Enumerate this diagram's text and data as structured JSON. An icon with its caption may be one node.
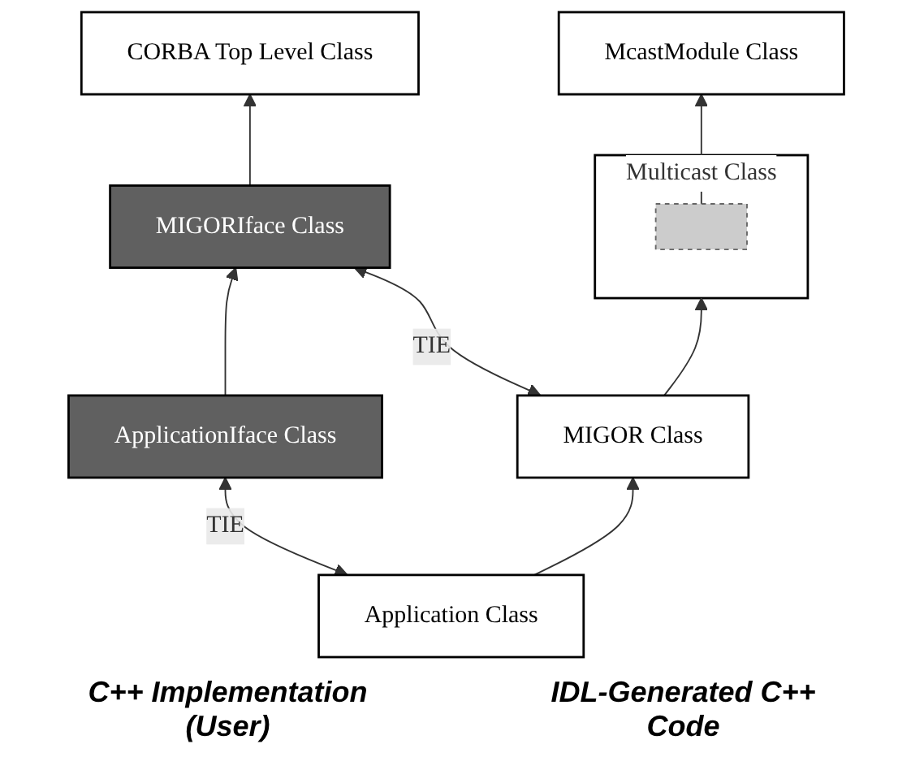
{
  "diagram": {
    "nodes": [
      {
        "text": [
          "McastModule Class"
        ]
      },
      {
        "text": [
          "Multicast Class"
        ]
      },
      {
        "text": [],
        "shape": "box",
        "in": 1
      },
      {
        "text": [
          "MIGOR Class"
        ]
      },
      {
        "text": [
          "Application Class"
        ]
      },
      {
        "text": [
          "CORBA Top Level Class"
        ]
      },
      {
        "text": [
          "MIGORIface Class"
        ]
      },
      {
        "text": [
          "ApplicationIface Class"
        ]
      }
    ],
    "edges": [
      {
        "from": 2,
        "to": 0,
        "arrow": "to"
      },
      {
        "from": 3,
        "to": 1,
        "arrow": "to"
      },
      {
        "from": 4,
        "to": 3,
        "arrow": "to"
      },
      {
        "from": 3,
        "to": 6,
        "arrow": "both",
        "label": "TIE"
      },
      {
        "from": 4,
        "to": 7,
        "arrow": "both",
        "label": "TIE"
      },
      {
        "from": 7,
        "to": 6,
        "arrow": "to"
      },
      {
        "from": 6,
        "to": 5,
        "arrow": "to"
      }
    ],
    "labels": [
      "C++ Implementation (User)",
      "IDL-Generated C++ Code"
    ]
  }
}
